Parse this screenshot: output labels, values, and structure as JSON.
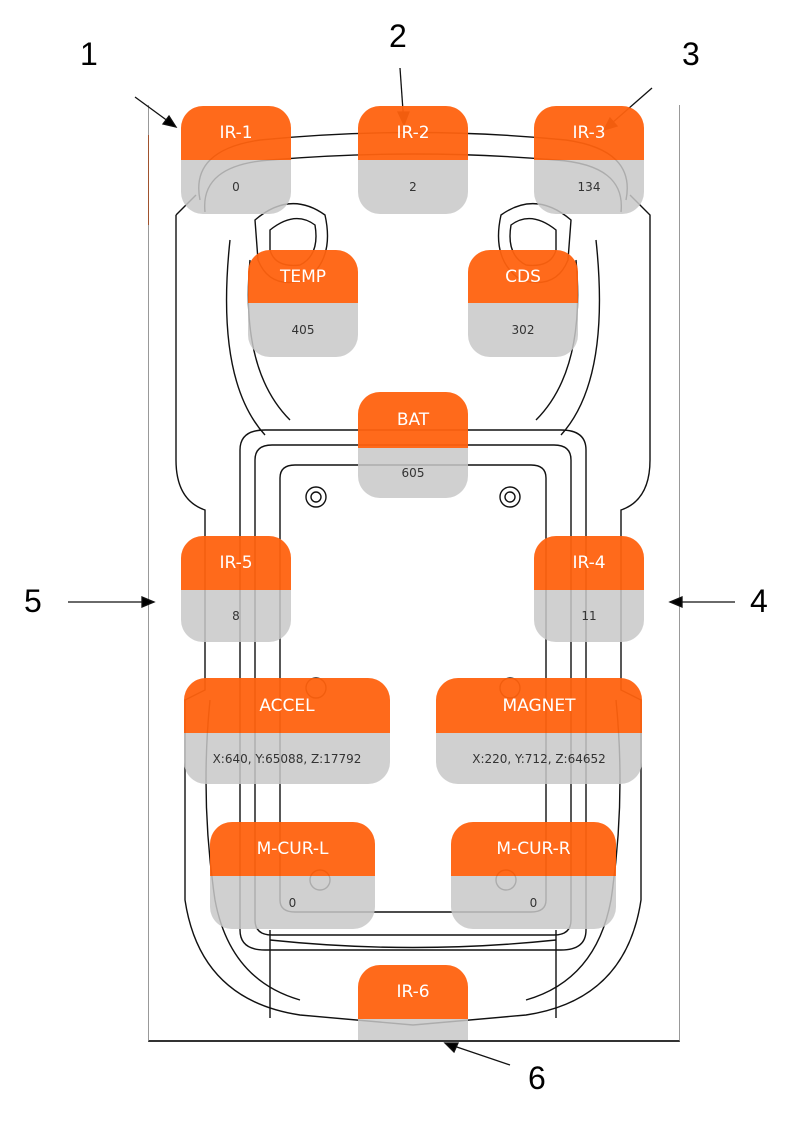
{
  "annotations": [
    "1",
    "2",
    "3",
    "4",
    "5",
    "6"
  ],
  "sensors": {
    "ir1": {
      "label": "IR-1",
      "value": "0"
    },
    "ir2": {
      "label": "IR-2",
      "value": "2"
    },
    "ir3": {
      "label": "IR-3",
      "value": "134"
    },
    "temp": {
      "label": "TEMP",
      "value": "405"
    },
    "cds": {
      "label": "CDS",
      "value": "302"
    },
    "bat": {
      "label": "BAT",
      "value": "605"
    },
    "ir5": {
      "label": "IR-5",
      "value": "8"
    },
    "ir4": {
      "label": "IR-4",
      "value": "11"
    },
    "accel": {
      "label": "ACCEL",
      "value": "X:640, Y:65088, Z:17792"
    },
    "magnet": {
      "label": "MAGNET",
      "value": "X:220, Y:712, Z:64652"
    },
    "mcurl": {
      "label": "M-CUR-L",
      "value": "0"
    },
    "mcurr": {
      "label": "M-CUR-R",
      "value": "0"
    },
    "ir6": {
      "label": "IR-6",
      "value": ""
    }
  },
  "colors": {
    "header": "#FF620F",
    "value_bg": "#C8C8C8"
  }
}
